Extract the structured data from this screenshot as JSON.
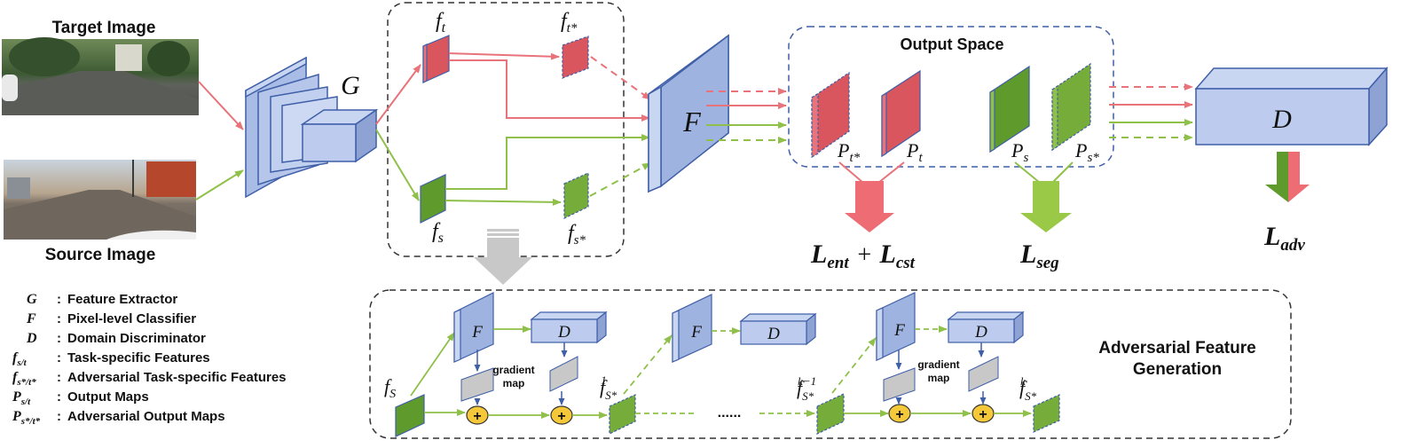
{
  "images": {
    "target_label": "Target Image",
    "source_label": "Source Image"
  },
  "modules": {
    "G": "G",
    "F": "F",
    "D": "D"
  },
  "features": {
    "ft": "f",
    "ft_sub": "t",
    "ft_star": "f",
    "ft_star_sub": "t*",
    "fs": "f",
    "fs_sub": "s",
    "fs_star": "f",
    "fs_star_sub": "s*"
  },
  "output_space": {
    "title": "Output Space",
    "pt_star": "P",
    "pt_star_sub": "t*",
    "pt": "P",
    "pt_sub": "t",
    "ps": "P",
    "ps_sub": "s",
    "ps_star": "P",
    "ps_star_sub": "s*"
  },
  "losses": {
    "l_ent": "L",
    "l_ent_sub": "ent",
    "plus": "+",
    "l_cst": "L",
    "l_cst_sub": "cst",
    "l_seg": "L",
    "l_seg_sub": "seg",
    "l_adv": "L",
    "l_adv_sub": "adv"
  },
  "afg": {
    "title_line1": "Adversarial Feature",
    "title_line2": "Generation",
    "gradient_map_1": "gradient",
    "gradient_map_2": "map",
    "fs_label": "f",
    "fs_label_sub": "S",
    "fs1_label": "f",
    "fs1_sub": "S*",
    "fs1_sup": "1",
    "dots": "......",
    "fsk1_label": "f",
    "fsk1_sub": "S*",
    "fsk1_sup": "k−1",
    "fsk_label": "f",
    "fsk_sub": "S*",
    "fsk_sup": "k",
    "plus": "+"
  },
  "legend": [
    {
      "sym": "G",
      "sub": "",
      "sep": ":",
      "text": "Feature Extractor"
    },
    {
      "sym": "F",
      "sub": "",
      "sep": ":",
      "text": "Pixel-level Classifier"
    },
    {
      "sym": "D",
      "sub": "",
      "sep": ":",
      "text": "Domain Discriminator"
    },
    {
      "sym": "f",
      "sub": "s/t",
      "sep": ":",
      "text": "Task-specific Features"
    },
    {
      "sym": "f",
      "sub": "s*/t*",
      "sep": ":",
      "text": "Adversarial Task-specific Features"
    },
    {
      "sym": "P",
      "sub": "s/t",
      "sep": ":",
      "text": "Output Maps"
    },
    {
      "sym": "P",
      "sub": "s*/t*",
      "sep": ":",
      "text": "Adversarial Output Maps"
    }
  ],
  "colors": {
    "target": "#e8737a",
    "source": "#8fc04a",
    "block_face": "#a9bce6",
    "block_light": "#c9d6f2",
    "block_edge": "#3f5fa8",
    "red_map": "#d9565e",
    "green_map": "#5f9a2c",
    "gray_arrow": "#c8c8c8",
    "sum_node": "#f5c83a"
  }
}
